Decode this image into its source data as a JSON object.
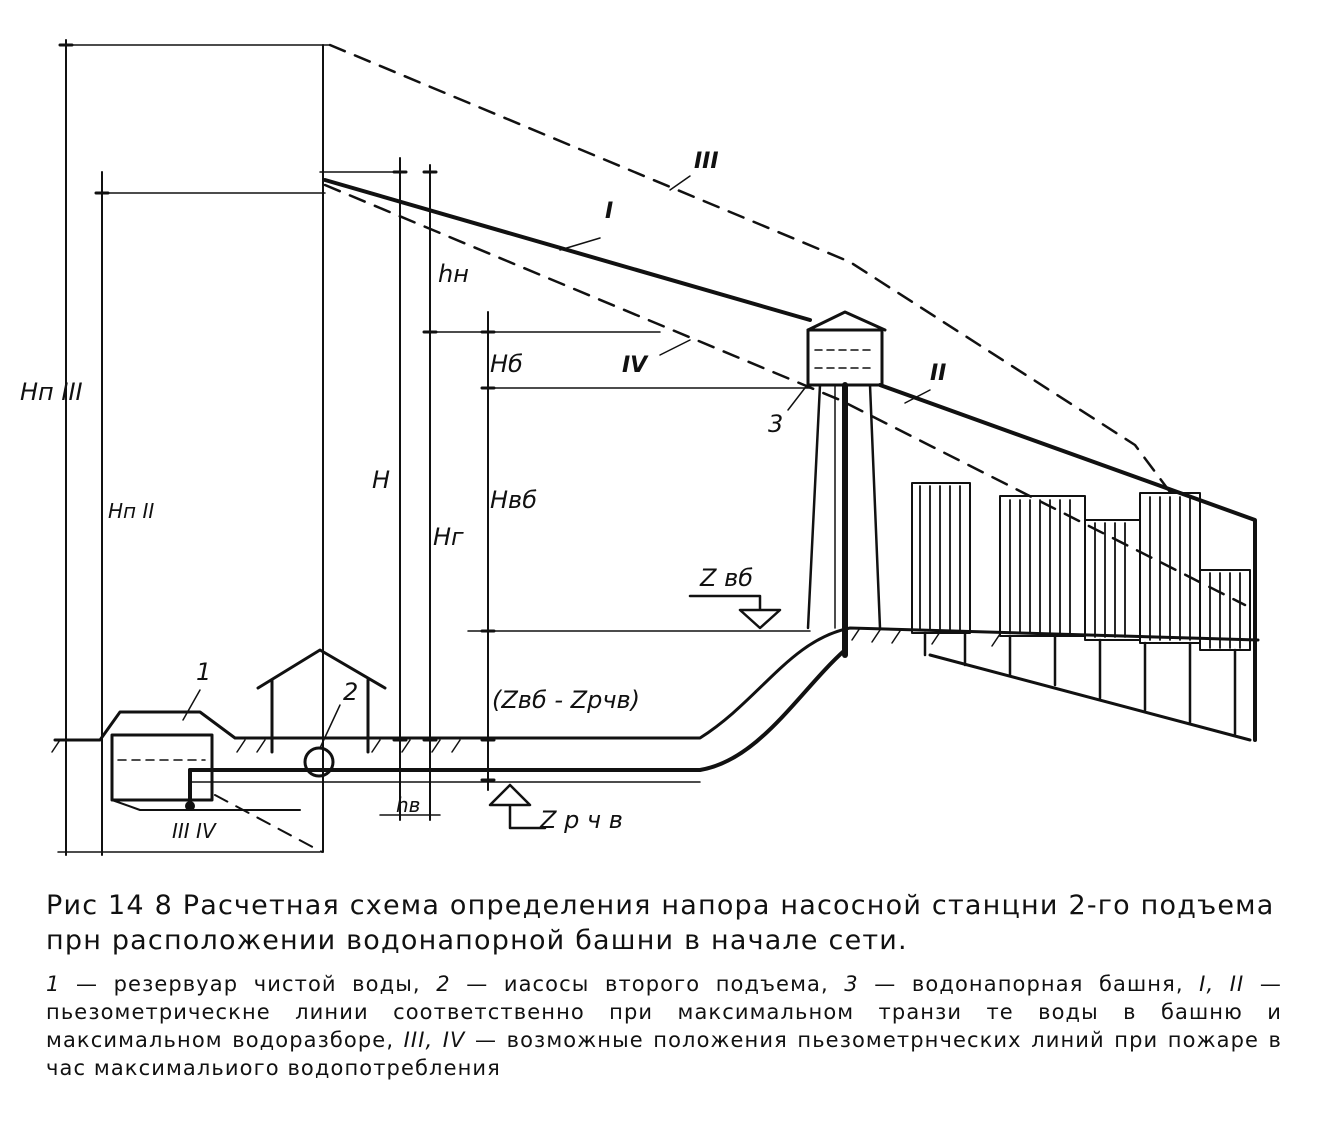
{
  "figure": {
    "labels": {
      "H_pIII": "Hп III",
      "H_pII": "Hп II",
      "H": "H",
      "H_g": "Hг",
      "h_n": "hн",
      "H_b": "Hб",
      "H_vb": "Hвб",
      "h_v": "hв",
      "z_vb": "Z вб",
      "z_rchv": "Z р ч в",
      "diff": "(Zвб - Zрчв)",
      "line_I": "I",
      "line_II": "II",
      "line_III": "III",
      "line_IV": "IV",
      "pump_lines": "III IV",
      "item_1": "1",
      "item_2": "2",
      "item_3": "3"
    }
  },
  "caption": {
    "title": "Рис 14 8 Расчетная схема определения напора насосной станцни 2-го подъема прн расположении водонапорной башни в начале сети.",
    "legend": [
      {
        "num": "1",
        "text": " — резервуар чистой воды, "
      },
      {
        "num": "2",
        "text": " — иасосы второго подъема, "
      },
      {
        "num": "3",
        "text": " — водонапорная башня, "
      },
      {
        "num": "I, II",
        "text": " — пьезометрическне линии соответственно при максимальном транзи те воды в башню и максимальном водоразборе, "
      },
      {
        "num": "III, IV",
        "text": " — возможные положения пьезометрнческих линий при пожаре в час максимальиого водопотребления"
      }
    ]
  }
}
